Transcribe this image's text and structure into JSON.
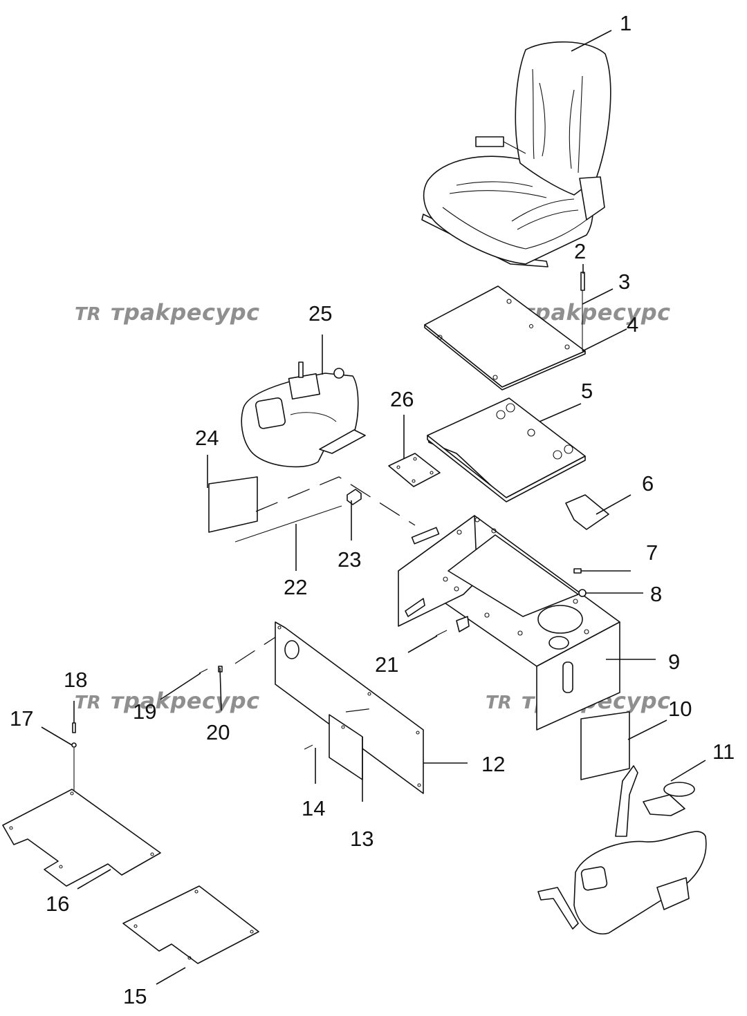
{
  "watermark": {
    "text": "трakресурс",
    "logo": "TR"
  },
  "callouts": [
    "1",
    "2",
    "3",
    "4",
    "5",
    "6",
    "7",
    "8",
    "9",
    "10",
    "11",
    "12",
    "13",
    "14",
    "15",
    "16",
    "17",
    "18",
    "19",
    "20",
    "21",
    "22",
    "23",
    "24",
    "25",
    "26"
  ]
}
